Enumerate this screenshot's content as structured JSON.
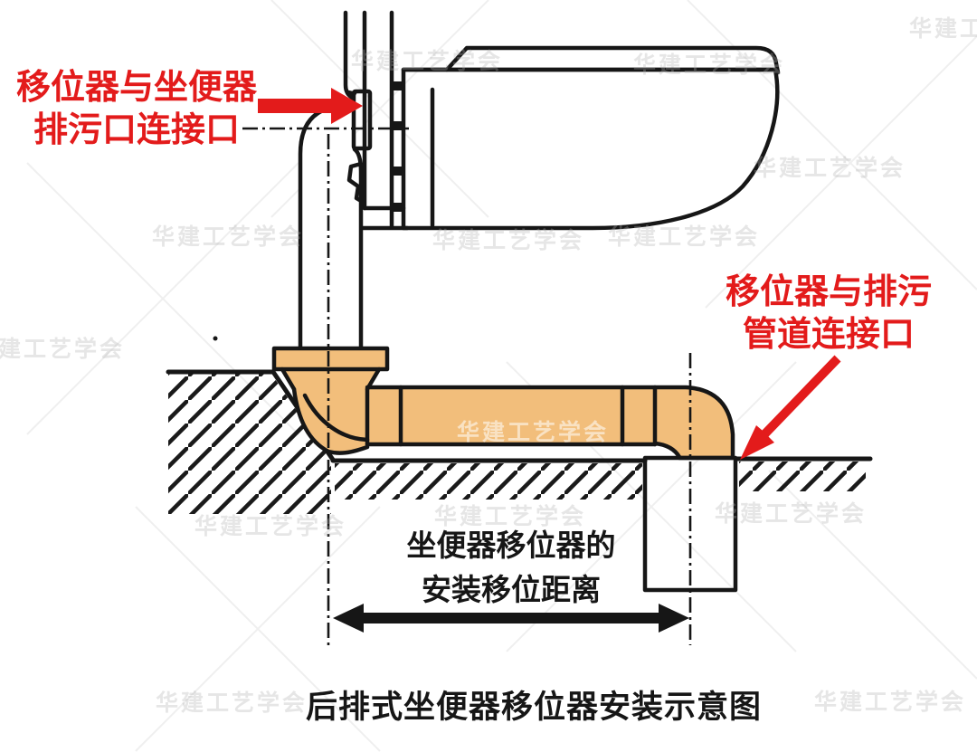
{
  "diagram_title": "后排式坐便器移位器安装示意图",
  "labels": {
    "left_connector": {
      "line1": "移位器与坐便器",
      "line2": "排污口连接口"
    },
    "right_connector": {
      "line1": "移位器与排污",
      "line2": "管道连接口"
    },
    "dimension": {
      "line1": "坐便器移位器的",
      "line2": "安装移位距离"
    }
  },
  "watermark": {
    "text": "华建工艺学会"
  },
  "colors": {
    "pipe_orange": "#F2BE7B",
    "annotation_red": "#E31B1B",
    "line_black": "#161616",
    "background": "#FFFFFF"
  }
}
